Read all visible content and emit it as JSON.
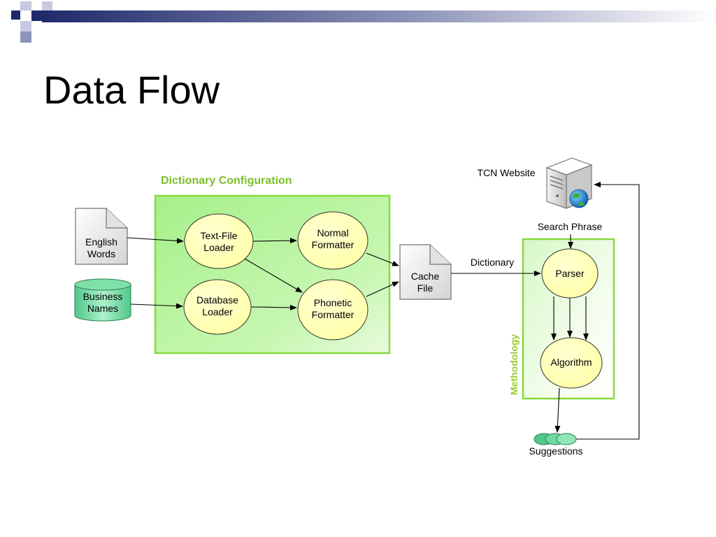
{
  "slide": {
    "title": "Data Flow",
    "colors": {
      "accent_navy": "#1f2a6b",
      "group_green": "#7bbf2a",
      "box_green": "#a6f08a",
      "ellipse_yellow": "#ffffb4"
    }
  },
  "diagram": {
    "group_dictionary_label": "Dictionary Configuration",
    "group_methodology_label": "Methodology",
    "nodes": {
      "english_words": [
        "English",
        "Words"
      ],
      "business_names": [
        "Business",
        "Names"
      ],
      "text_file_loader": [
        "Text-File",
        "Loader"
      ],
      "database_loader": [
        "Database",
        "Loader"
      ],
      "normal_formatter": [
        "Normal",
        "Formatter"
      ],
      "phonetic_formatter": [
        "Phonetic",
        "Formatter"
      ],
      "cache_file": [
        "Cache",
        "File"
      ],
      "parser": "Parser",
      "algorithm": "Algorithm",
      "tcn_website": "TCN Website",
      "suggestions": "Suggestions"
    },
    "edge_labels": {
      "dictionary": "Dictionary",
      "search_phrase": "Search Phrase"
    },
    "icons": [
      "server-icon",
      "globe-icon",
      "document-icon",
      "database-icon",
      "coins-icon"
    ]
  }
}
